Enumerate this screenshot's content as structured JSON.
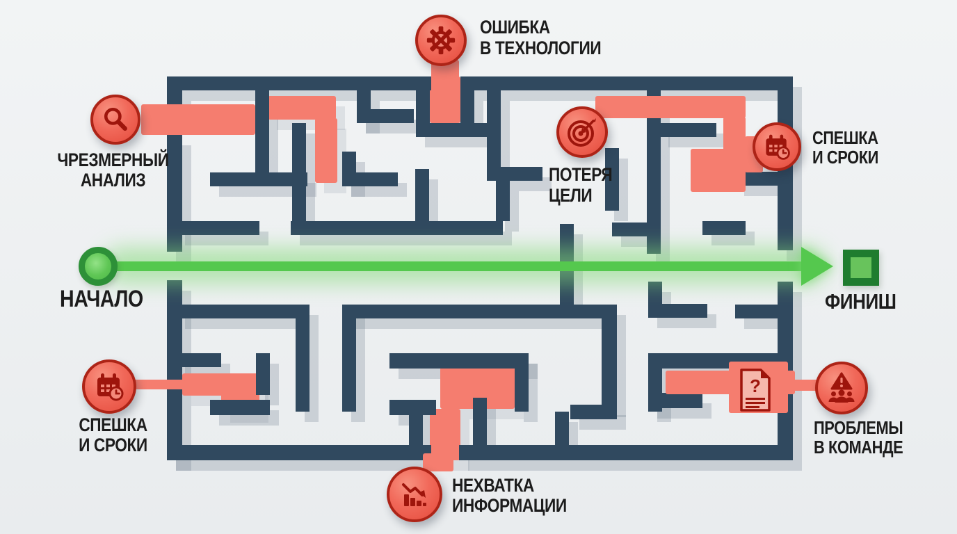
{
  "start": {
    "label": "НАЧАЛО"
  },
  "finish": {
    "label": "ФИНИШ"
  },
  "obstacles": [
    {
      "id": "excessive-analysis",
      "icon": "magnifier-icon",
      "line1": "ЧРЕЗМЕРНЫЙ",
      "line2": "АНАЛИЗ"
    },
    {
      "id": "technology-error",
      "icon": "gear-error-icon",
      "line1": "ОШИБКА",
      "line2": "В ТЕХНОЛОГИИ"
    },
    {
      "id": "goal-loss",
      "icon": "target-icon",
      "line1": "ПОТЕРЯ",
      "line2": "ЦЕЛИ"
    },
    {
      "id": "rush-deadlines-top",
      "icon": "calendar-clock-icon",
      "line1": "СПЕШКА",
      "line2": "И СРОКИ"
    },
    {
      "id": "rush-deadlines-bottom",
      "icon": "calendar-clock-icon",
      "line1": "СПЕШКА",
      "line2": "И СРОКИ"
    },
    {
      "id": "information-lack",
      "icon": "chart-down-icon",
      "line1": "НЕХВАТКА",
      "line2": "ИНФОРМАЦИИ"
    },
    {
      "id": "team-problems",
      "icon": "team-warning-icon",
      "line1": "ПРОБЛЕМЫ",
      "line2": "В КОМАНДЕ"
    },
    {
      "id": "unknown-document",
      "icon": "question-document-icon",
      "line1": "",
      "line2": ""
    }
  ],
  "colors": {
    "wall": "#30495f",
    "wall_shadow": "rgba(110,123,138,0.26)",
    "red_path": "#f57d6f",
    "badge_border": "#ad2417",
    "badge_fill": "#ef5d4e",
    "glyph": "#9e150c",
    "green_path": "#55c84e",
    "green_dark": "#2d9038",
    "finish_border": "#1f7c2f",
    "label_text": "#1c1c1c",
    "background": "#eef0f2"
  },
  "maze": {
    "walls": [
      [
        240,
        110,
        380,
        20
      ],
      [
        662,
        110,
        478,
        20
      ],
      [
        240,
        130,
        22,
        24
      ],
      [
        240,
        194,
        22,
        168
      ],
      [
        240,
        403,
        22,
        259
      ],
      [
        240,
        640,
        380,
        22
      ],
      [
        660,
        640,
        480,
        22
      ],
      [
        1118,
        130,
        22,
        230
      ],
      [
        1118,
        405,
        22,
        235
      ],
      [
        367,
        130,
        20,
        118
      ],
      [
        302,
        248,
        140,
        20
      ],
      [
        420,
        177,
        20,
        141
      ],
      [
        492,
        218,
        20,
        50
      ],
      [
        492,
        248,
        80,
        20
      ],
      [
        513,
        130,
        20,
        47
      ],
      [
        513,
        157,
        82,
        20
      ],
      [
        598,
        130,
        20,
        47
      ],
      [
        662,
        130,
        20,
        47
      ],
      [
        598,
        177,
        104,
        20
      ],
      [
        700,
        130,
        20,
        110
      ],
      [
        700,
        240,
        80,
        20
      ],
      [
        713,
        260,
        20,
        58
      ],
      [
        597,
        243,
        20,
        75
      ],
      [
        253,
        318,
        120,
        20
      ],
      [
        418,
        318,
        305,
        20
      ],
      [
        805,
        322,
        20,
        118
      ],
      [
        870,
        213,
        20,
        90
      ],
      [
        880,
        320,
        55,
        20
      ],
      [
        930,
        130,
        20,
        235
      ],
      [
        948,
        177,
        82,
        20
      ],
      [
        1010,
        318,
        62,
        20
      ],
      [
        1057,
        247,
        66,
        20
      ],
      [
        1057,
        438,
        63,
        20
      ],
      [
        932,
        405,
        20,
        33
      ],
      [
        932,
        437,
        85,
        20
      ],
      [
        493,
        438,
        379,
        20
      ],
      [
        253,
        438,
        192,
        20
      ],
      [
        425,
        458,
        20,
        134
      ],
      [
        492,
        438,
        20,
        154
      ],
      [
        865,
        438,
        22,
        147
      ],
      [
        253,
        508,
        65,
        20
      ],
      [
        368,
        508,
        20,
        60
      ],
      [
        302,
        575,
        86,
        22
      ],
      [
        560,
        508,
        200,
        22
      ],
      [
        740,
        508,
        20,
        84
      ],
      [
        680,
        572,
        20,
        70
      ],
      [
        560,
        575,
        67,
        22
      ],
      [
        588,
        597,
        20,
        45
      ],
      [
        820,
        582,
        67,
        21
      ],
      [
        798,
        592,
        20,
        50
      ],
      [
        932,
        508,
        191,
        22
      ],
      [
        932,
        530,
        20,
        62
      ],
      [
        932,
        565,
        78,
        22
      ]
    ],
    "red_zones": [
      [
        385,
        138,
        98,
        34
      ],
      [
        453,
        170,
        32,
        93
      ],
      [
        618,
        110,
        44,
        67
      ],
      [
        633,
        528,
        107,
        60
      ],
      [
        618,
        588,
        44,
        74
      ],
      [
        262,
        537,
        111,
        32
      ],
      [
        318,
        565,
        55,
        28
      ]
    ],
    "red_overlays": [
      [
        203,
        150,
        164,
        44
      ],
      [
        620,
        86,
        40,
        28
      ],
      [
        856,
        138,
        216,
        32
      ],
      [
        1040,
        168,
        32,
        50
      ],
      [
        993,
        214,
        79,
        62
      ],
      [
        1071,
        196,
        26,
        52
      ],
      [
        192,
        546,
        74,
        14
      ],
      [
        957,
        533,
        186,
        34
      ],
      [
        1131,
        546,
        45,
        16
      ],
      [
        1048,
        520,
        85,
        74
      ],
      [
        608,
        652,
        44,
        26
      ]
    ]
  }
}
